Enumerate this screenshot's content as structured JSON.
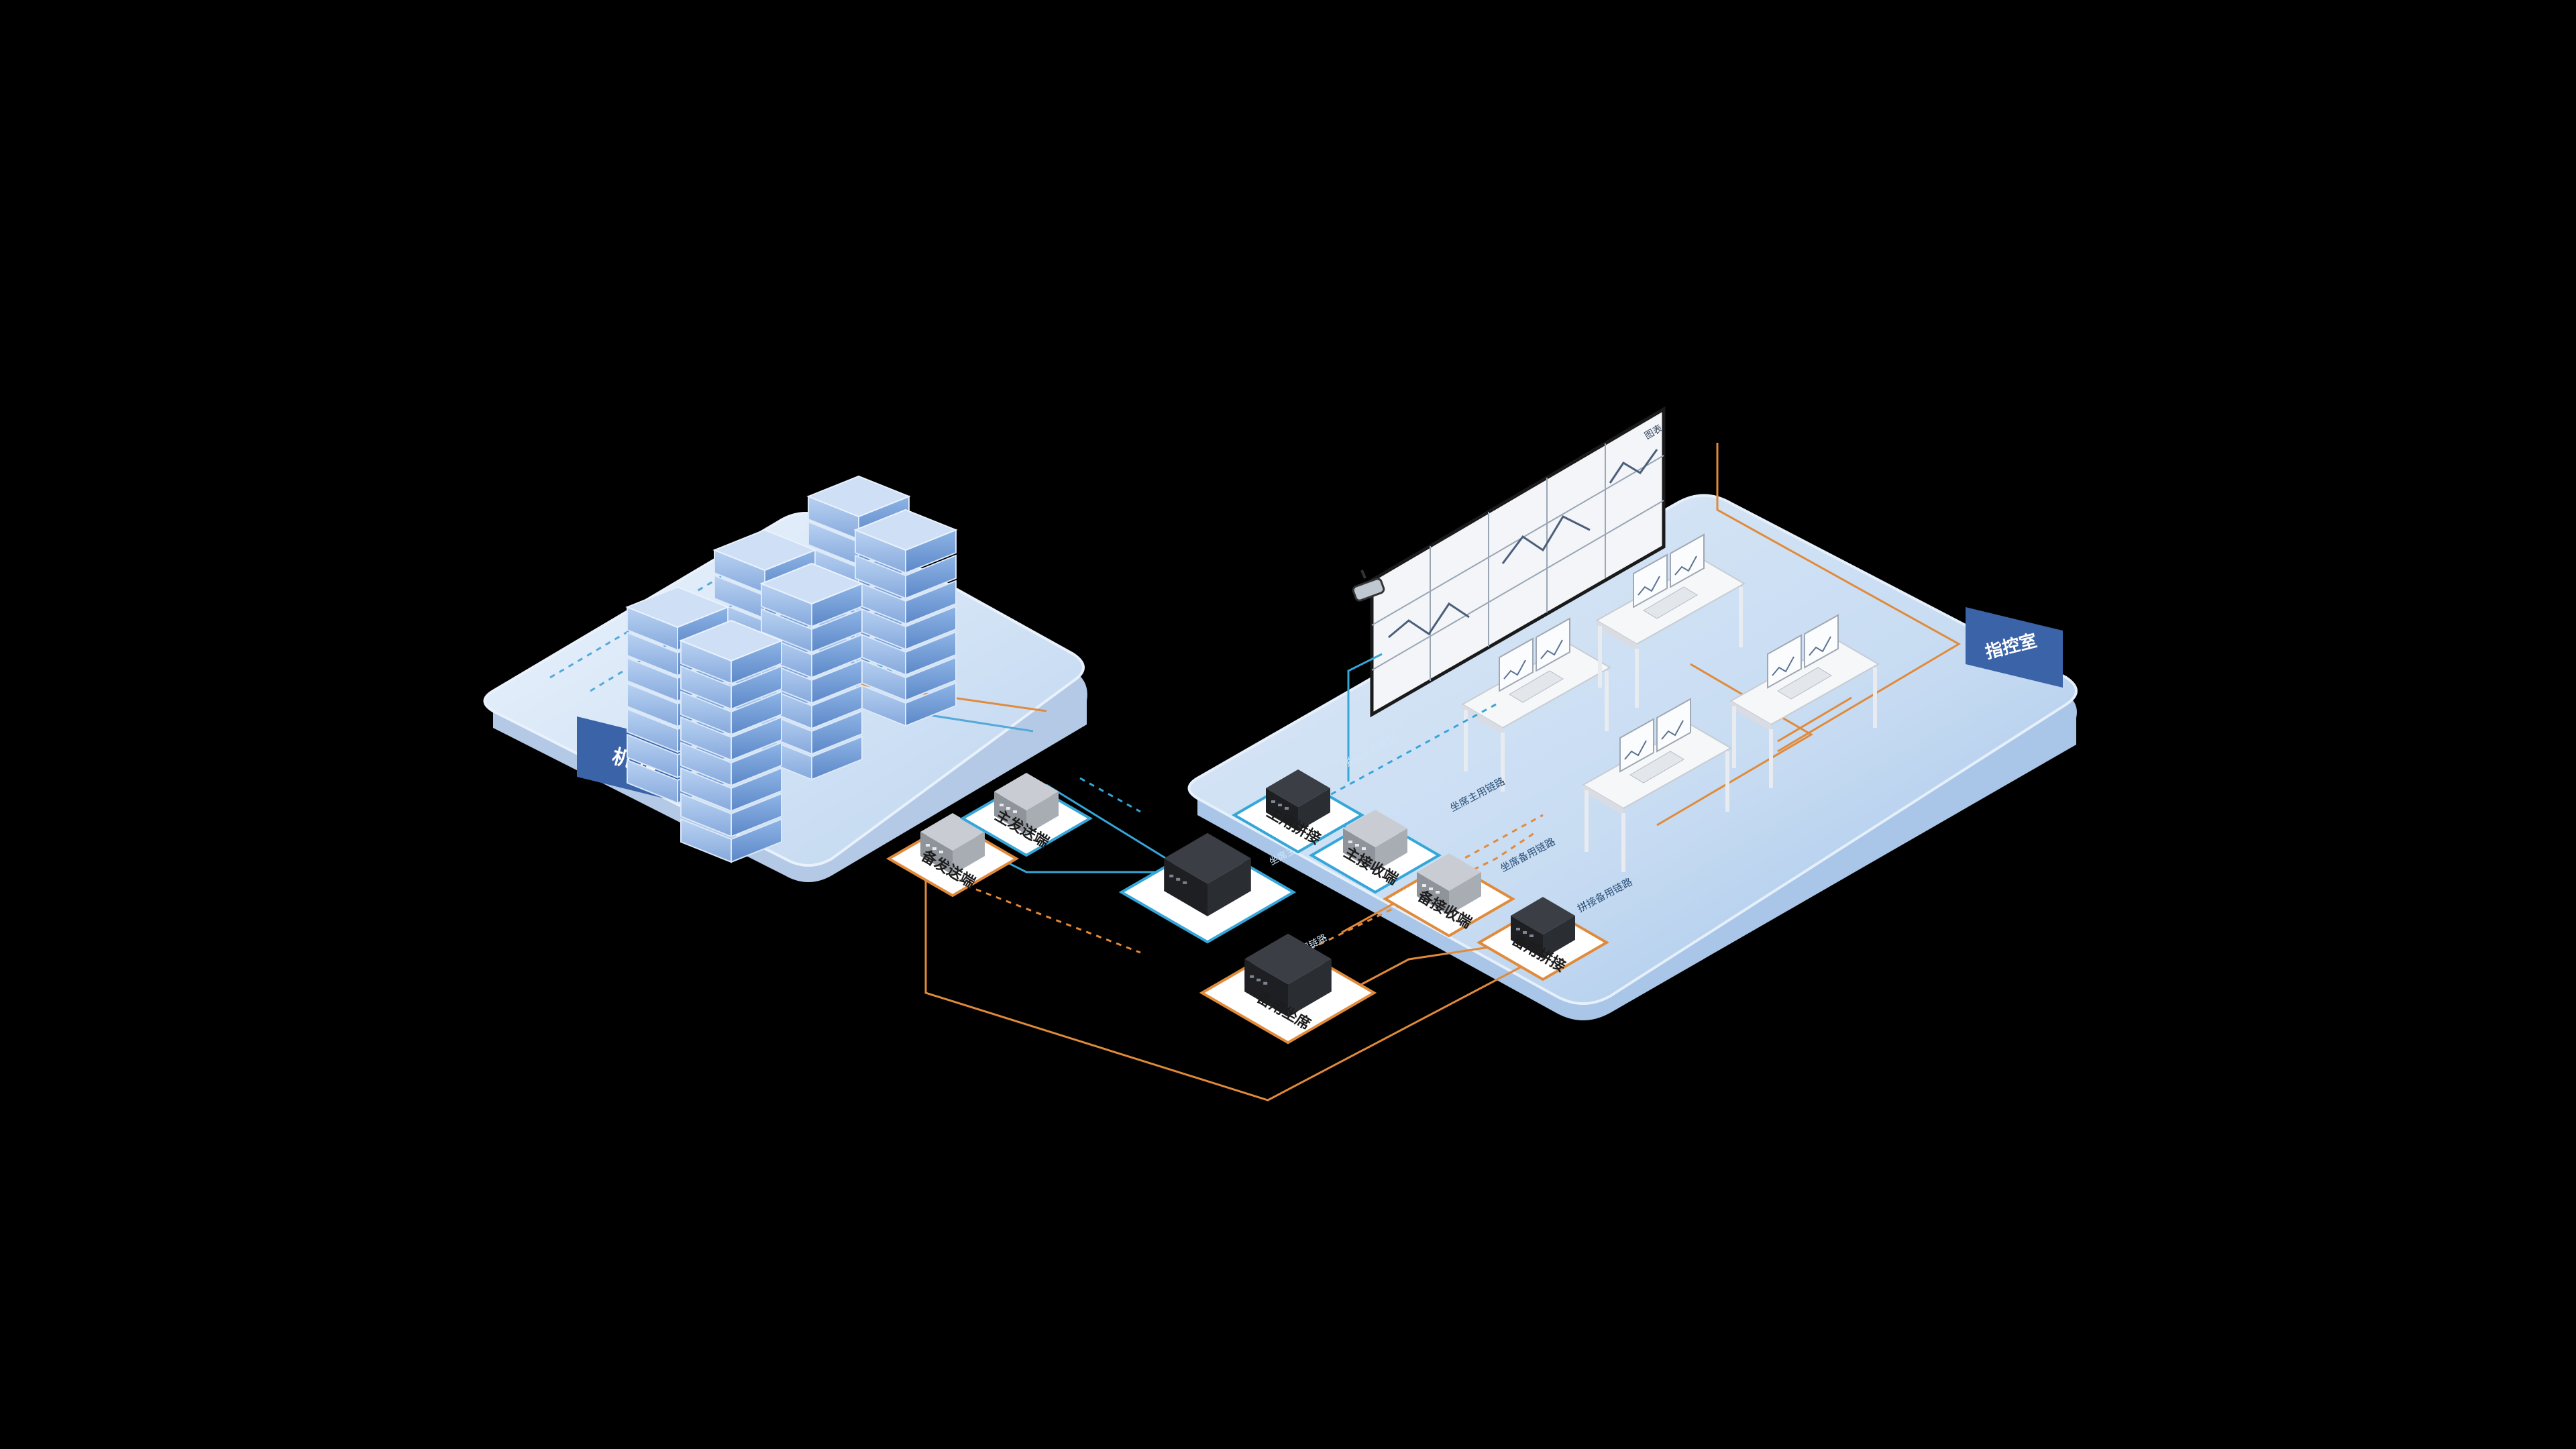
{
  "zones": {
    "server_room": {
      "label": "机 房"
    },
    "control_room": {
      "label": "指控室"
    }
  },
  "devices": {
    "main_sender": {
      "label": "主发送端"
    },
    "backup_sender": {
      "label": "备发送端"
    },
    "main_switch": {
      "label": ""
    },
    "backup_seat": {
      "label": "备用坐席"
    },
    "main_splice": {
      "label": "主用拼接"
    },
    "main_receiver": {
      "label": "主接收端"
    },
    "backup_receiver": {
      "label": "备接收端"
    },
    "backup_splice": {
      "label": "备用拼接"
    }
  },
  "links": {
    "l1": "拼接主用链路",
    "l2": "坐席主用链路",
    "l3": "坐席备用链路",
    "l4": "拼接备用链路",
    "l5": "坐席主用链路",
    "l6": "坐席备用链路"
  },
  "video_wall": {
    "corner_text": "图表"
  },
  "colors": {
    "background": "#000000",
    "platform_top": "#dde9f7",
    "platform_side": "#b7cde8",
    "label_badge": "#3a63a8",
    "primary_link": "#35a6d8",
    "backup_link": "#e08a3a",
    "server": "#6c9bd6"
  },
  "icons": [
    "server-rack-icon",
    "kvm-device-icon",
    "camera-icon",
    "monitor-icon",
    "desk-icon",
    "video-wall-icon"
  ]
}
